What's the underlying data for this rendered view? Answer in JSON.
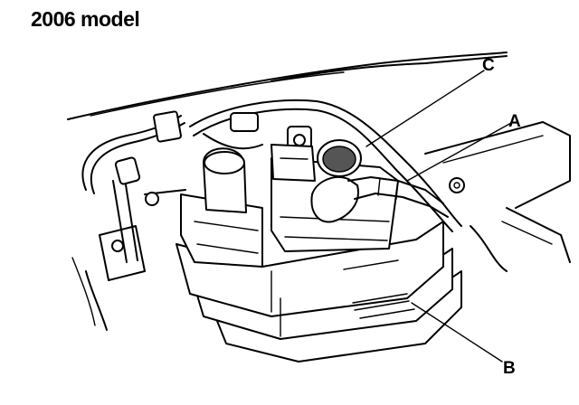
{
  "title": "2006 model",
  "callouts": {
    "a": "A",
    "b": "B",
    "c": "C"
  },
  "colors": {
    "line": "#000000",
    "background": "#ffffff"
  }
}
